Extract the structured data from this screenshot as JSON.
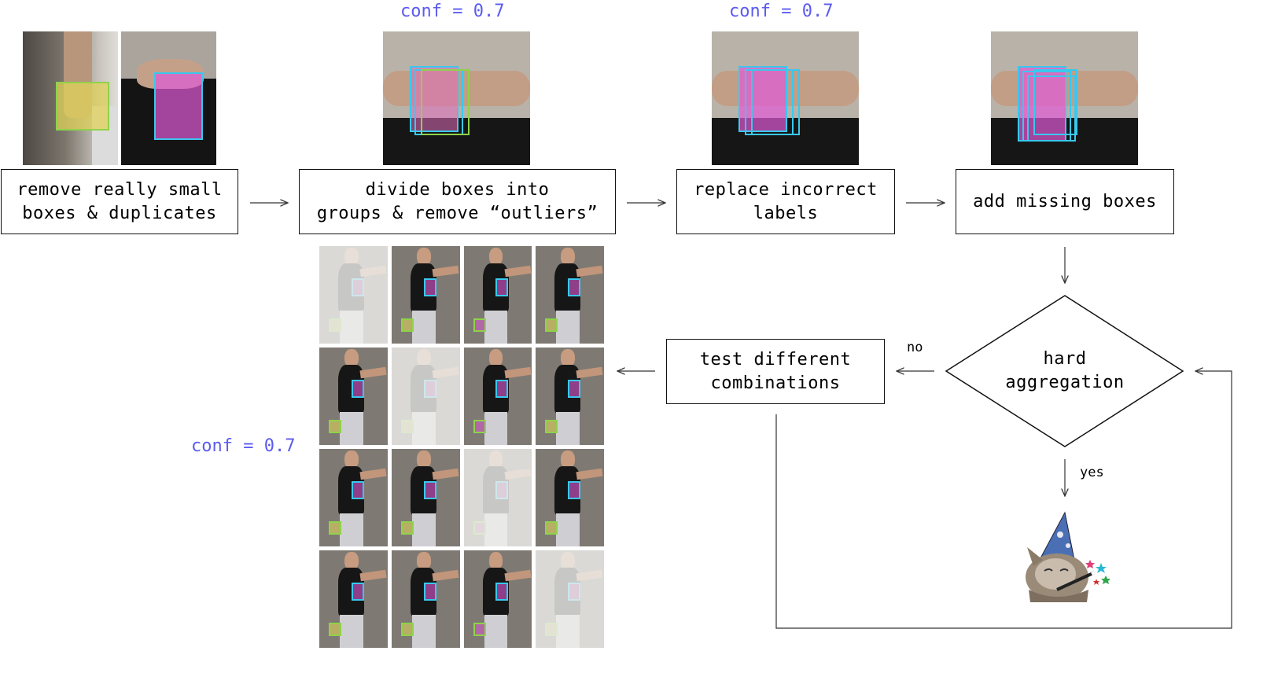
{
  "steps": {
    "remove": "remove really small\nboxes & duplicates",
    "divide": "divide boxes into\ngroups & remove “outliers”",
    "replace": "replace incorrect\nlabels",
    "add": "add missing boxes",
    "test": "test different\ncombinations",
    "decision": "hard\naggregation"
  },
  "conf_labels": {
    "divide": "conf = 0.7",
    "replace": "conf = 0.7",
    "grid": "conf = 0.7"
  },
  "branch_labels": {
    "no": "no",
    "yes": "yes"
  },
  "colors": {
    "conf_text": "#5b5bf0",
    "box_cyan": "#39c8ee",
    "box_green": "#90d24a",
    "fill_pink": "#e05ad7",
    "fill_yellow": "#e0d25a"
  },
  "icons": {
    "result": "wizard-cat-icon"
  }
}
